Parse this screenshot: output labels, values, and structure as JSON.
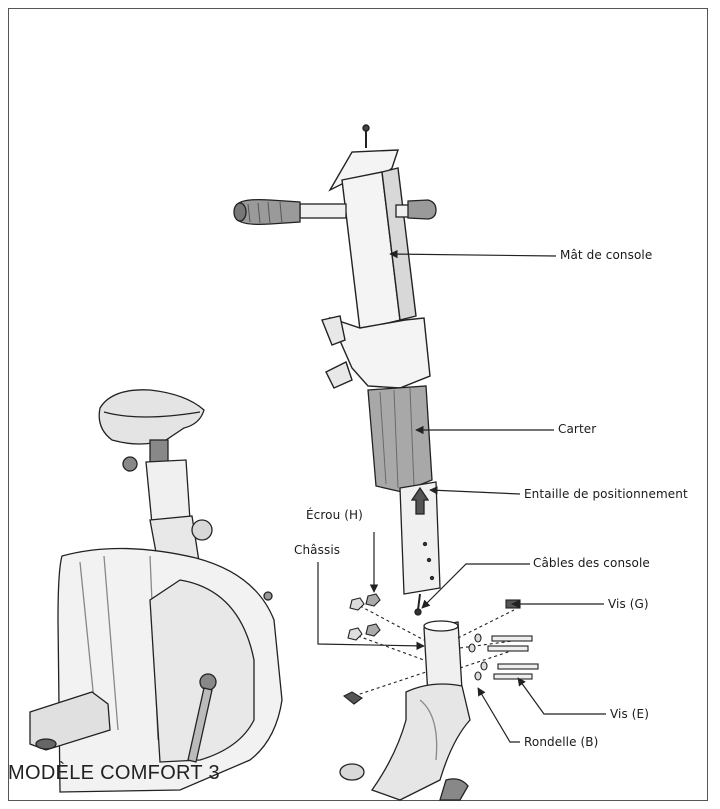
{
  "labels": {
    "mat_console": "Mât de console",
    "carter": "Carter",
    "entaille": "Entaille de positionnement",
    "ecrou": "Écrou (H)",
    "chassis": "Châssis",
    "cables": "Câbles des console",
    "vis_g": "Vis (G)",
    "vis_e": "Vis (E)",
    "rondelle": "Rondelle (B)"
  },
  "model_name": "MODÈLE COMFORT 3",
  "colors": {
    "line": "#222222",
    "part_fill": "#f4f4f4",
    "shade": "#8a8a8a",
    "dark": "#555555"
  }
}
